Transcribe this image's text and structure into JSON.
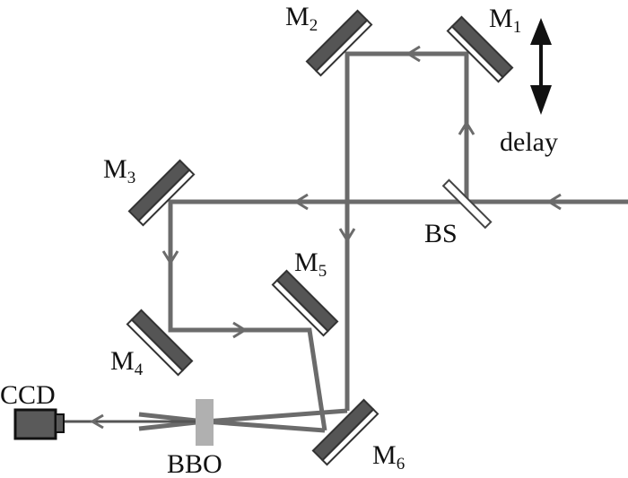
{
  "diagram": {
    "mirrors": [
      {
        "id": "M1",
        "letter": "M",
        "sub": "1"
      },
      {
        "id": "M2",
        "letter": "M",
        "sub": "2"
      },
      {
        "id": "M3",
        "letter": "M",
        "sub": "3"
      },
      {
        "id": "M4",
        "letter": "M",
        "sub": "4"
      },
      {
        "id": "M5",
        "letter": "M",
        "sub": "5"
      },
      {
        "id": "M6",
        "letter": "M",
        "sub": "6"
      }
    ],
    "beamsplitter_label": "BS",
    "delay_label": "delay",
    "crystal_label": "BBO",
    "detector_label": "CCD",
    "colors": {
      "beam": "#6b6b6b",
      "mirror": "#555555",
      "crystal": "#b0b0b0",
      "detector": "#5a5a5a"
    }
  }
}
